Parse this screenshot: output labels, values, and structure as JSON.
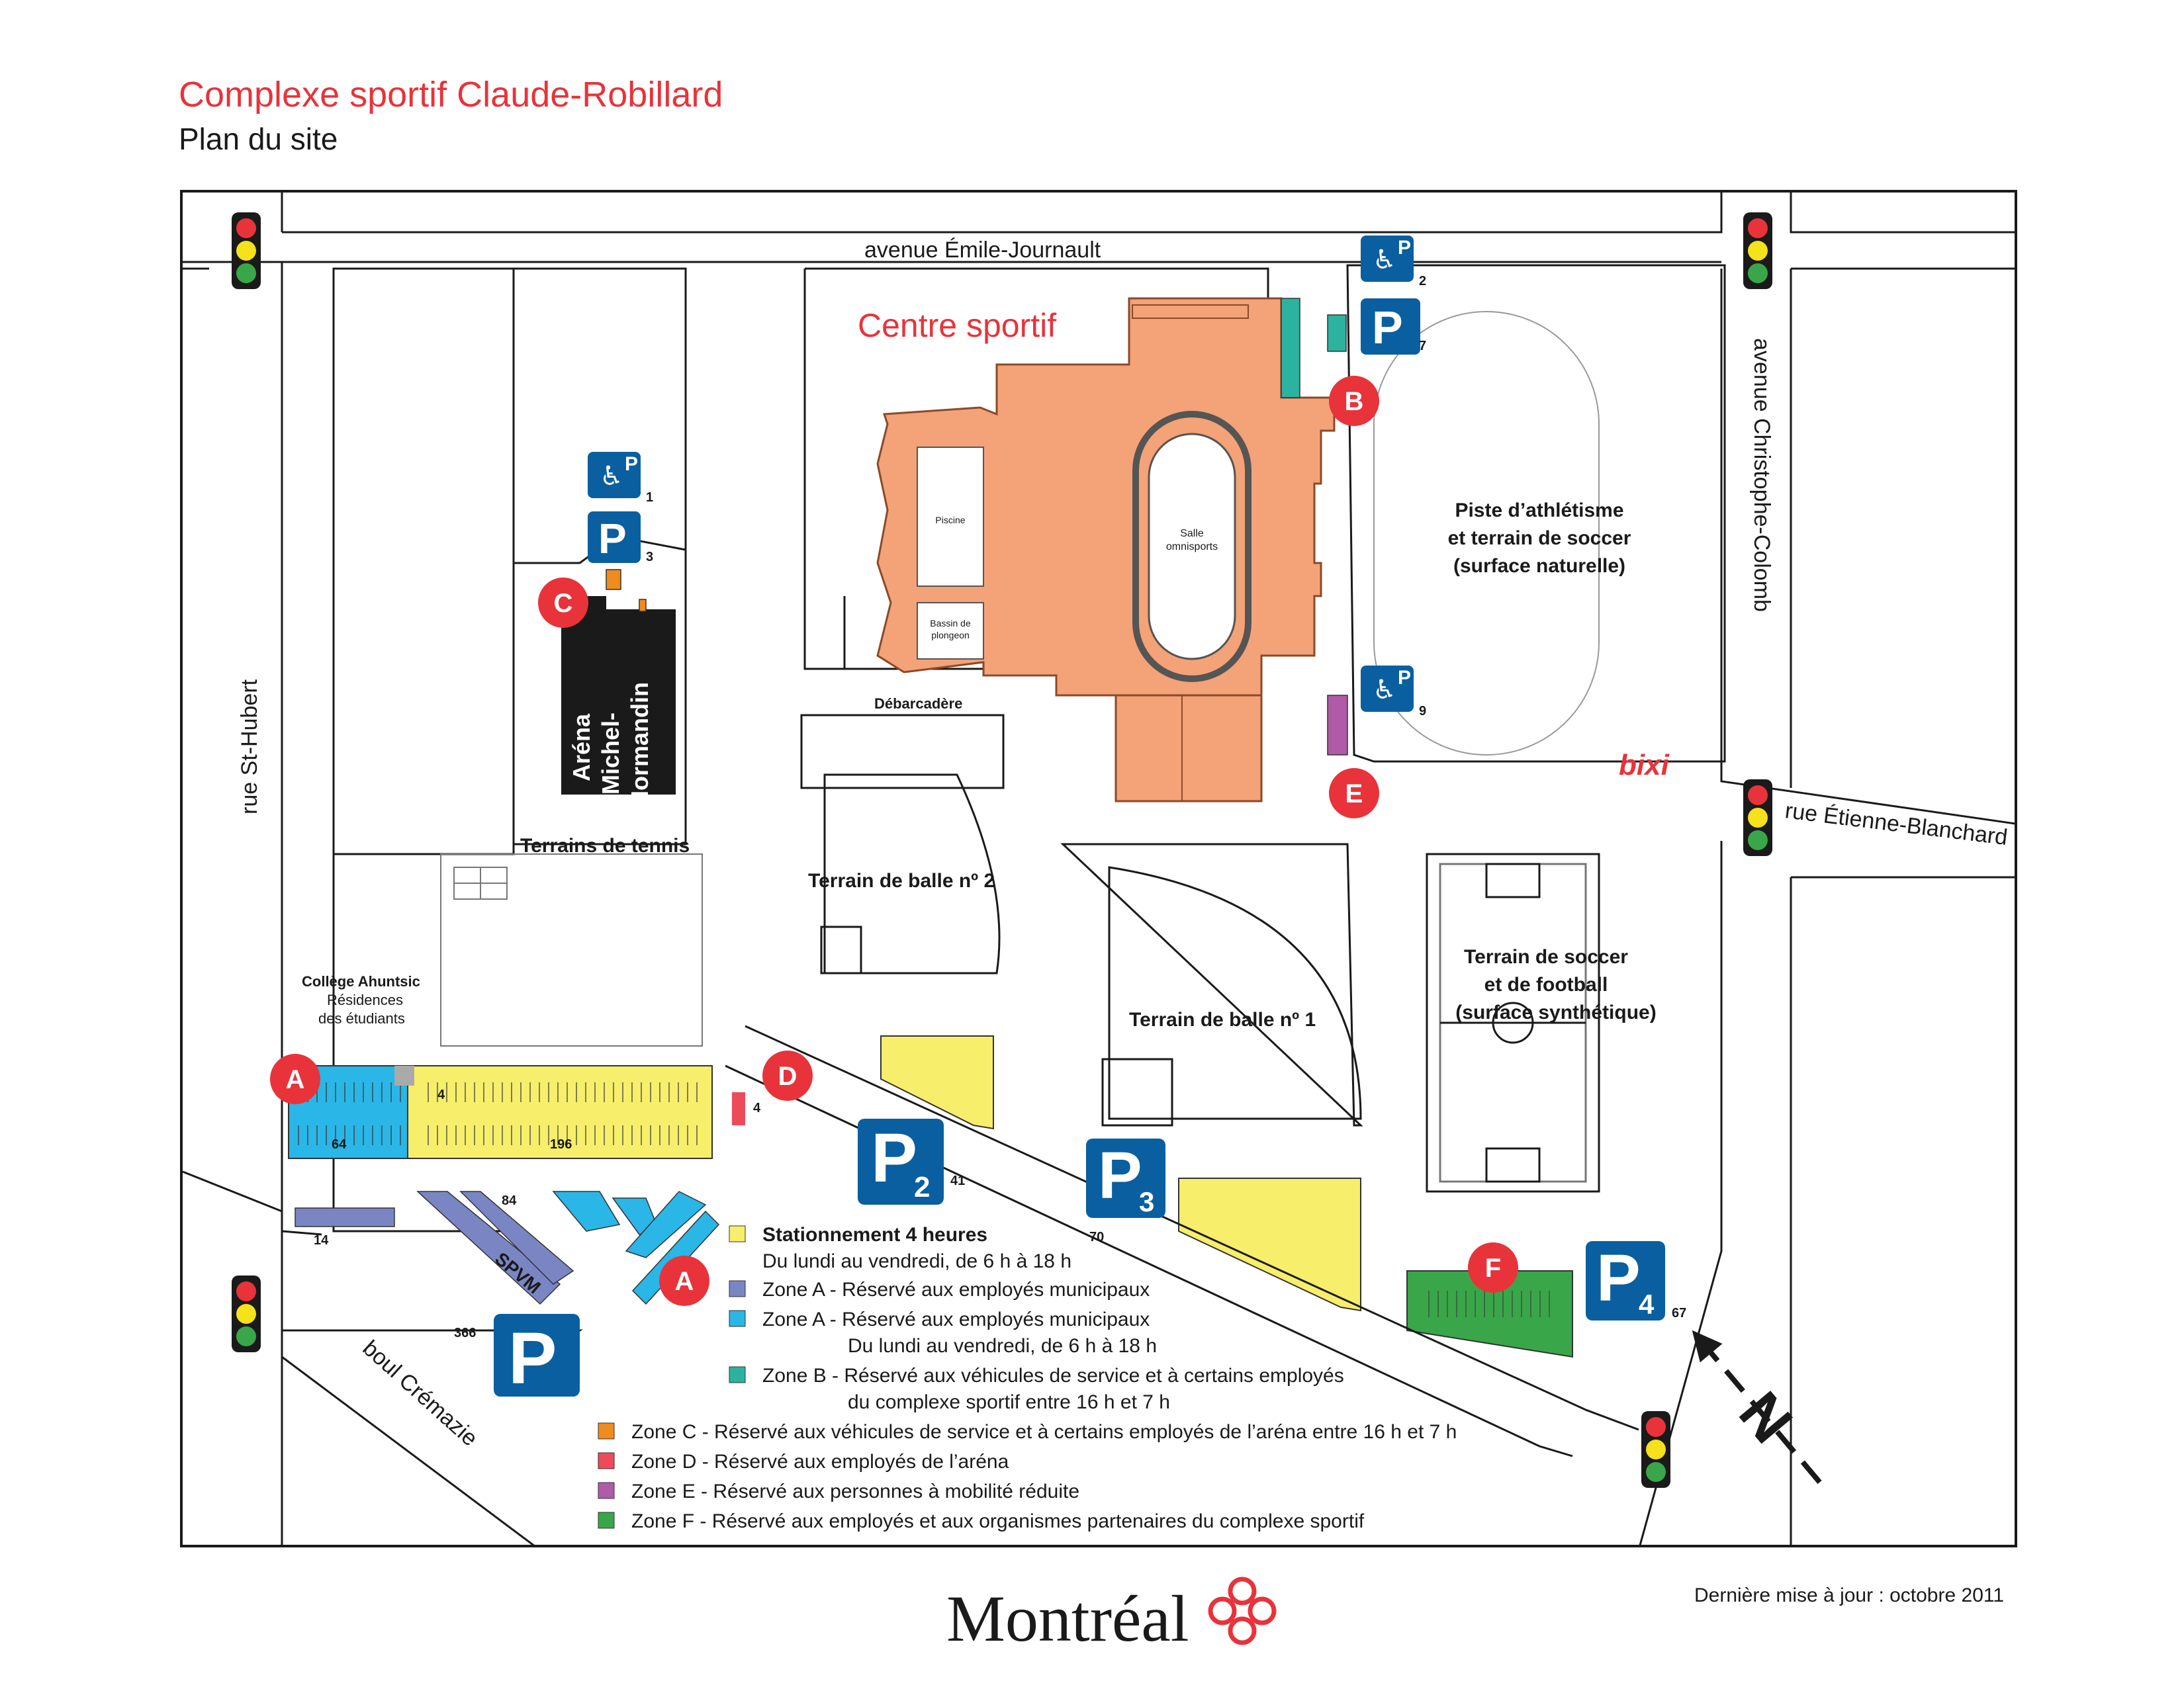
{
  "header": {
    "title": "Complexe sportif Claude-Robillard",
    "subtitle": "Plan du site"
  },
  "streets": {
    "north": "avenue Émile-Journault",
    "east": "avenue Christophe-Colomb",
    "west": "rue St-Hubert",
    "south": "boul Crémazie",
    "east_side": "rue Étienne-Blanchard"
  },
  "buildings": {
    "centre_sportif": "Centre sportif",
    "piscine": "Piscine",
    "bassin_line1": "Bassin de",
    "bassin_line2": "plongeon",
    "salle_line1": "Salle",
    "salle_line2": "omnisports",
    "debarcadere": "Débarcadère",
    "arena_line1": "Aréna",
    "arena_line2": "Michel-",
    "arena_line3": "Normandin",
    "college_line1": "Collège Ahuntsic",
    "college_line2": "Résidences",
    "college_line3": "des étudiants",
    "spvm": "SPVM"
  },
  "fields": {
    "piste_line1": "Piste d’athlétisme",
    "piste_line2": "et terrain de soccer",
    "piste_line3": "(surface naturelle)",
    "balle2": "Terrain de balle nº 2",
    "balle1": "Terrain de balle nº 1",
    "soccer_line1": "Terrain de soccer",
    "soccer_line2": "et de football",
    "soccer_line3": "(surface synthétique)",
    "tennis": "Terrains de tennis",
    "bixi": "bixi"
  },
  "parking_counts": {
    "hc1": "1",
    "p3": "3",
    "hc2": "2",
    "p7": "7",
    "hc9": "9",
    "zoneA_64": "64",
    "zone_4": "4",
    "yellow_196": "196",
    "red_4": "4",
    "p2_41": "41",
    "p3_70": "70",
    "p4_67": "67",
    "n84": "84",
    "n14": "14",
    "n366": "366"
  },
  "parking_signs": {
    "p": "P",
    "p2_sub": "2",
    "p3_sub": "3",
    "p4_sub": "4"
  },
  "zone_markers": [
    "A",
    "B",
    "C",
    "D",
    "E",
    "F",
    "A"
  ],
  "legend": [
    {
      "color": "#f7ee6b",
      "bold": "Stationnement 4 heures",
      "line2": "Du lundi au vendredi, de 6 h à 18 h"
    },
    {
      "color": "#7a86c4",
      "text": "Zone A - Réservé aux employés municipaux"
    },
    {
      "color": "#2ab6e6",
      "text": "Zone A -  Réservé aux employés municipaux",
      "line2": "Du lundi au vendredi, de 6 h à 18 h"
    },
    {
      "color": "#2bb3a0",
      "text": "Zone B -  Réservé aux véhicules de service et à certains employés",
      "line2": "du complexe sportif entre 16 h et 7 h"
    },
    {
      "color": "#f08b1d",
      "text": "Zone C -  Réservé aux véhicules de service et à certains employés de l’aréna entre 16 h et 7 h"
    },
    {
      "color": "#ee4b5a",
      "text": "Zone D -  Réservé aux employés de l’aréna"
    },
    {
      "color": "#b05aa8",
      "text": "Zone E -  Réservé aux personnes à mobilité réduite"
    },
    {
      "color": "#3aa64a",
      "text": "Zone F -  Réservé aux employés et aux organismes partenaires du complexe sportif"
    }
  ],
  "colors": {
    "building": "#f4a277",
    "yellow": "#f7ee6b",
    "cyan": "#2ab6e6",
    "blue": "#7a86c4",
    "teal": "#2bb3a0",
    "orange": "#f08b1d",
    "red": "#ee4b5a",
    "purple": "#b05aa8",
    "green": "#3aa64a",
    "parking_sign": "#0a5fa0",
    "marker": "#e8333a"
  },
  "icons": [
    "traffic-light-icon",
    "wheelchair-parking-icon",
    "parking-icon",
    "north-arrow-icon",
    "montreal-flower-icon"
  ],
  "footer": {
    "logo": "Montréal",
    "updated": "Dernière mise à jour : octobre 2011"
  }
}
